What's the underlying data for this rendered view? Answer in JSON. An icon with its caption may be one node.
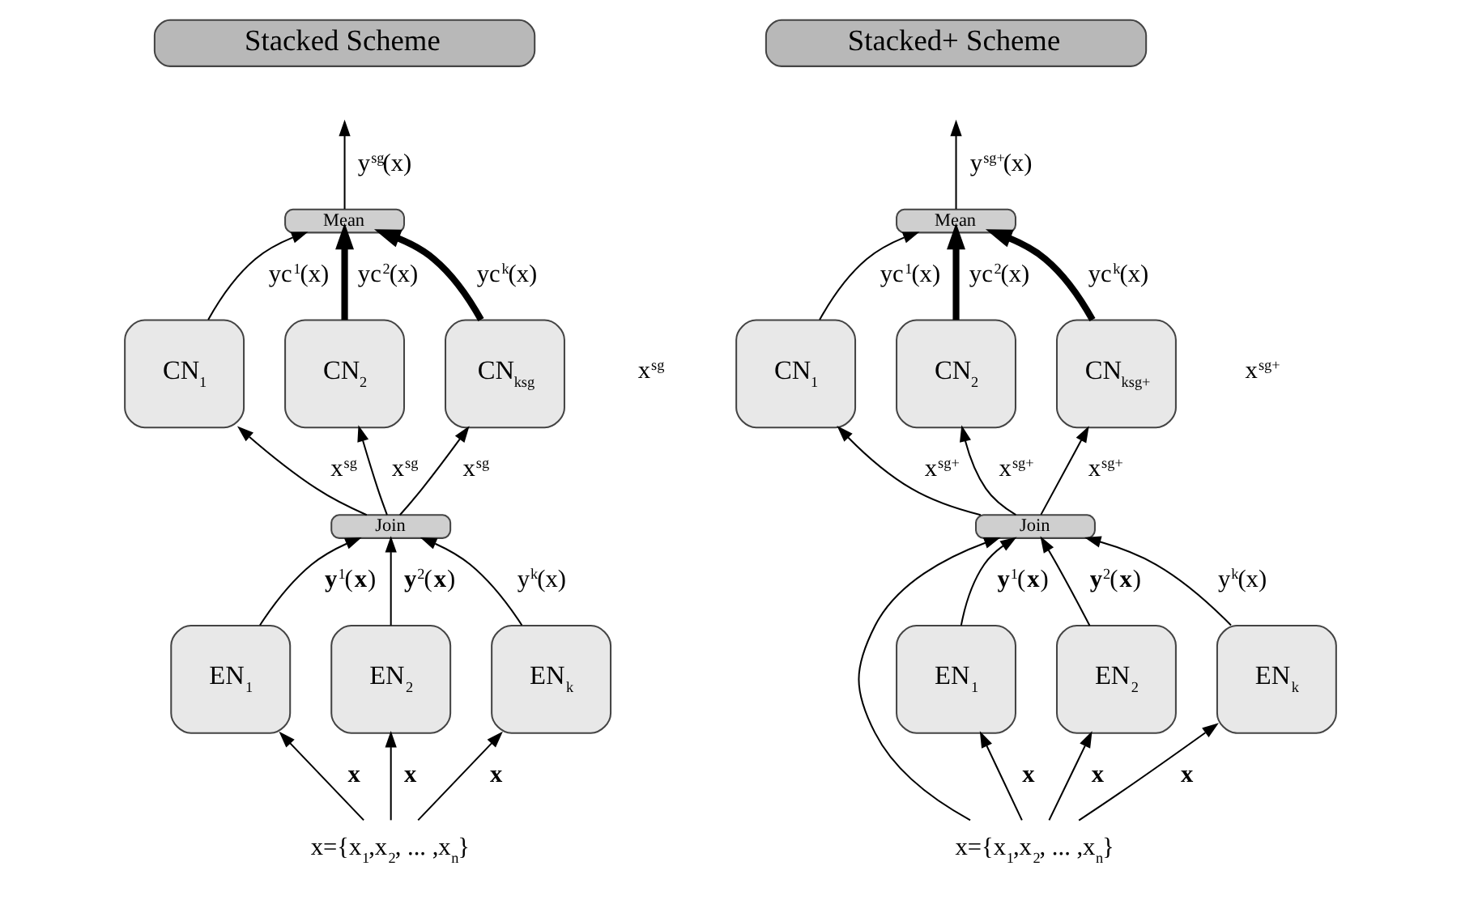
{
  "diagram": {
    "nodes": [
      {
        "text": [
          "Stacked Scheme"
        ]
      },
      {
        "text": [
          "Mean"
        ]
      },
      {
        "text": [
          "CN$_{1}$"
        ]
      },
      {
        "text": [
          "CN$_{2}$"
        ]
      },
      {
        "text": [
          "CN$_{ksg}$"
        ]
      },
      {
        "text": [
          "Join"
        ]
      },
      {
        "text": [
          "EN$_{1}$"
        ]
      },
      {
        "text": [
          "EN$_{2}$"
        ]
      },
      {
        "text": [
          "EN$_{k}$"
        ]
      },
      {
        "text": [
          "x={x$_{1}$,x$_{2}$, ... ,x$_{n}$}"
        ]
      },
      {
        "text": [
          "Stacked+ Scheme"
        ]
      },
      {
        "text": [
          "Mean"
        ]
      },
      {
        "text": [
          "CN$_{1}$"
        ]
      },
      {
        "text": [
          "CN$_{2}$"
        ]
      },
      {
        "text": [
          "CN$_{ksg+}$"
        ]
      },
      {
        "text": [
          "Join"
        ]
      },
      {
        "text": [
          "EN$_{1}$"
        ]
      },
      {
        "text": [
          "EN$_{2}$"
        ]
      },
      {
        "text": [
          "EN$_{k}$"
        ]
      },
      {
        "text": [
          "x={x$_{1}$,x$_{2}$, ... ,x$_{n}$}"
        ]
      }
    ],
    "edges": [
      {
        "from": 1,
        "to": null,
        "arrow": "to",
        "label": "y$^{sg}$(x)"
      },
      {
        "from": 2,
        "to": 1,
        "arrow": "to",
        "label": "yc$^{1}$(x)"
      },
      {
        "from": 3,
        "to": 1,
        "arrow": "to",
        "label": "yc$^{2}$(x)",
        "style": "thick"
      },
      {
        "from": 4,
        "to": 1,
        "arrow": "to",
        "label": "yc$^{k}$(x)",
        "style": "thick"
      },
      {
        "from": 5,
        "to": 2,
        "arrow": "to",
        "label": "x$^{sg}$"
      },
      {
        "from": 5,
        "to": 3,
        "arrow": "to",
        "label": "x$^{sg}$"
      },
      {
        "from": 5,
        "to": 4,
        "arrow": "to",
        "label": "x$^{sg}$"
      },
      {
        "from": 6,
        "to": 5,
        "arrow": "to",
        "label": "**y**$^{1}$(**x**)"
      },
      {
        "from": 7,
        "to": 5,
        "arrow": "to",
        "label": "**y**$^{2}$(**x**)"
      },
      {
        "from": 8,
        "to": 5,
        "arrow": "to",
        "label": "y$^{k}$(x)"
      },
      {
        "from": 9,
        "to": 6,
        "arrow": "to",
        "label": "**x**"
      },
      {
        "from": 9,
        "to": 7,
        "arrow": "to",
        "label": "**x**"
      },
      {
        "from": 9,
        "to": 8,
        "arrow": "to",
        "label": "**x**"
      },
      {
        "from": 11,
        "to": null,
        "arrow": "to",
        "label": "y$^{sg+}$(x)"
      },
      {
        "from": 12,
        "to": 11,
        "arrow": "to",
        "label": "yc$^{1}$(x)"
      },
      {
        "from": 13,
        "to": 11,
        "arrow": "to",
        "label": "yc$^{2}$(x)",
        "style": "thick"
      },
      {
        "from": 14,
        "to": 11,
        "arrow": "to",
        "label": "yc$^{k}$(x)",
        "style": "thick"
      },
      {
        "from": 15,
        "to": 12,
        "arrow": "to",
        "label": "x$^{sg+}$"
      },
      {
        "from": 15,
        "to": 13,
        "arrow": "to",
        "label": "x$^{sg+}$"
      },
      {
        "from": 15,
        "to": 14,
        "arrow": "to",
        "label": "x$^{sg+}$"
      },
      {
        "from": 16,
        "to": 15,
        "arrow": "to",
        "label": "**y**$^{1}$(**x**)"
      },
      {
        "from": 17,
        "to": 15,
        "arrow": "to",
        "label": "**y**$^{2}$(**x**)"
      },
      {
        "from": 18,
        "to": 15,
        "arrow": "to",
        "label": "y$^{k}$(x)"
      },
      {
        "from": 19,
        "to": 16,
        "arrow": "to",
        "label": "**x**"
      },
      {
        "from": 19,
        "to": 17,
        "arrow": "to",
        "label": "**x**"
      },
      {
        "from": 19,
        "to": 18,
        "arrow": "to",
        "label": "**x**"
      },
      {
        "from": 19,
        "to": 15,
        "arrow": "to"
      }
    ],
    "labels": [
      "x$^{sg}$",
      "x$^{sg+}$"
    ]
  }
}
